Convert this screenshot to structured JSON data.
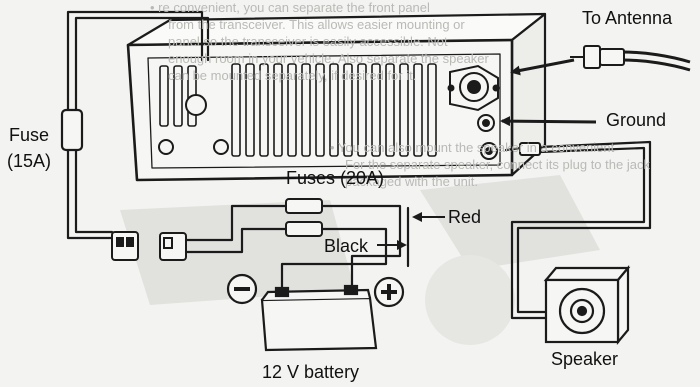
{
  "labels": {
    "to_antenna": "To Antenna",
    "ground": "Ground",
    "fuse_line1": "Fuse",
    "fuse_line2": "(15A)",
    "fuses": "Fuses (20A)",
    "red": "Red",
    "black": "Black",
    "battery": "12 V battery",
    "speaker": "Speaker"
  },
  "background_text": [
    "•  re convenient, you can separate the front panel",
    "from the transceiver. This allows easier mounting or",
    "panel so the transceiver is easily accessible. Not",
    "enough room in your vehicle. Also separate the speaker",
    "can be mounted separately, if desired for it.",
    "•  You can also mount the speaker in a convenient",
    "For the separate speaker, connect its plug to the jack",
    "packaged with the unit."
  ],
  "colors": {
    "line": "#1b1b1b",
    "background": "#f3f3f1",
    "faint_text": "#b9b9b6"
  }
}
